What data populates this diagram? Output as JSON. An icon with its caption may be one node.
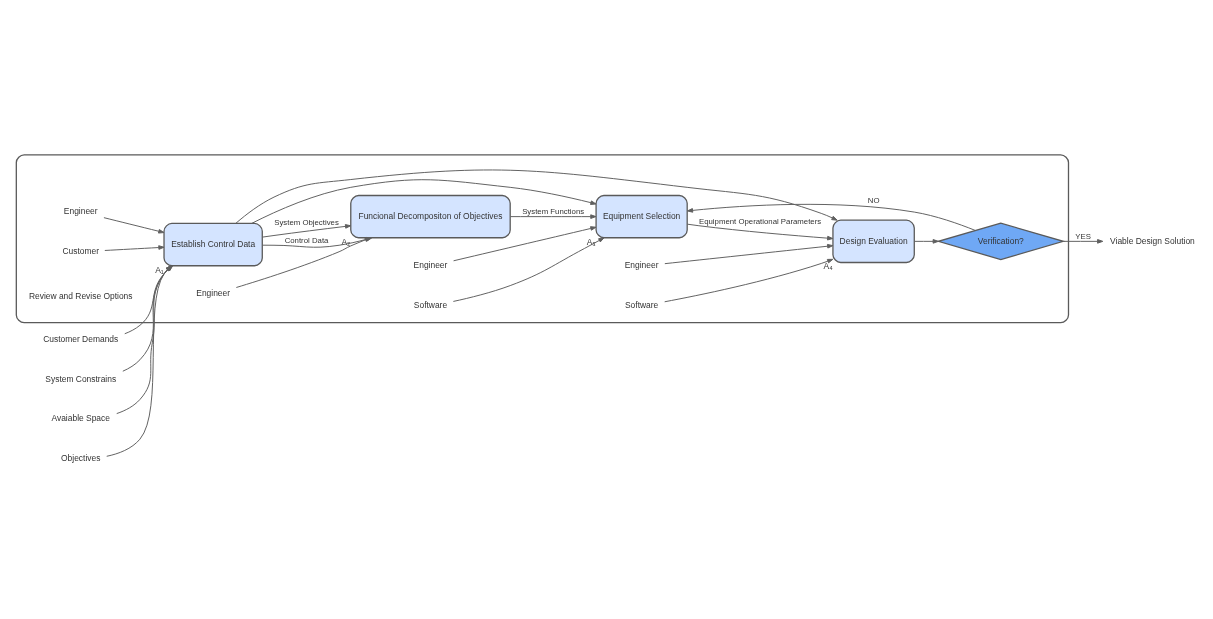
{
  "diagram": {
    "nodes": [
      {
        "text": [],
        "shape": "box"
      },
      {
        "text": [
          "Establish Control Data"
        ],
        "beside": [
          "A₁"
        ],
        "in": 0
      },
      {
        "text": [
          "Funcional Decompositon of Objectives"
        ],
        "beside": [
          "A₂"
        ],
        "in": 0
      },
      {
        "text": [
          "Equipment Selection"
        ],
        "beside": [
          "A₃"
        ],
        "in": 0
      },
      {
        "text": [
          "Design Evaluation"
        ],
        "beside": [
          "A₄"
        ],
        "in": 0
      },
      {
        "text": [
          "Verification?"
        ],
        "in": 0
      },
      {
        "text": [
          "Customer Demands"
        ]
      },
      {
        "text": [
          "System Constrains"
        ]
      },
      {
        "text": [
          "Avaiable Space"
        ]
      },
      {
        "text": [
          "Objectives"
        ]
      },
      {
        "text": [
          "Engineer"
        ],
        "in": 0
      },
      {
        "text": [
          "Customer"
        ],
        "in": 0
      },
      {
        "text": [
          "Engineer"
        ],
        "in": 0
      },
      {
        "text": [
          "Engineer"
        ],
        "in": 0
      },
      {
        "text": [
          "Software"
        ],
        "in": 0
      },
      {
        "text": [
          "Engineer"
        ],
        "in": 0
      },
      {
        "text": [
          "Software"
        ],
        "in": 0
      },
      {
        "text": [
          "Viable Design Solution"
        ]
      }
    ],
    "edges": [
      {
        "from": 6,
        "to": 1,
        "arrow": "to"
      },
      {
        "from": 7,
        "to": 1,
        "arrow": "to"
      },
      {
        "from": 8,
        "to": 1,
        "arrow": "to"
      },
      {
        "from": 9,
        "to": 1,
        "arrow": "to"
      },
      {
        "from": 10,
        "to": 1,
        "arrow": "to"
      },
      {
        "from": 11,
        "to": 1,
        "arrow": "to"
      },
      {
        "from": 1,
        "to": 2,
        "label": "Control Data",
        "arrow": "to"
      },
      {
        "from": 1,
        "to": 3,
        "arrow": "to"
      },
      {
        "from": 1,
        "to": 4,
        "arrow": "to"
      },
      {
        "from": 1,
        "to": 2,
        "label": "System Objectives",
        "arrow": "to"
      },
      {
        "from": 12,
        "to": 2,
        "arrow": "to"
      },
      {
        "from": 2,
        "to": 3,
        "label": "System Functions",
        "arrow": "to"
      },
      {
        "from": 13,
        "to": 3,
        "arrow": "to"
      },
      {
        "from": 14,
        "to": 3,
        "arrow": "to"
      },
      {
        "from": 3,
        "to": 4,
        "label": "Equipment Operational Parameters",
        "arrow": "to"
      },
      {
        "from": 15,
        "to": 4,
        "arrow": "to"
      },
      {
        "from": 16,
        "to": 4,
        "arrow": "to"
      },
      {
        "from": 4,
        "to": 5,
        "arrow": "to"
      },
      {
        "from": 5,
        "to": 3,
        "label": "NO",
        "arrow": "to"
      },
      {
        "from": 5,
        "to": 17,
        "label": "YES",
        "arrow": "to"
      }
    ],
    "labels": [
      "Review and Revise Options"
    ]
  }
}
